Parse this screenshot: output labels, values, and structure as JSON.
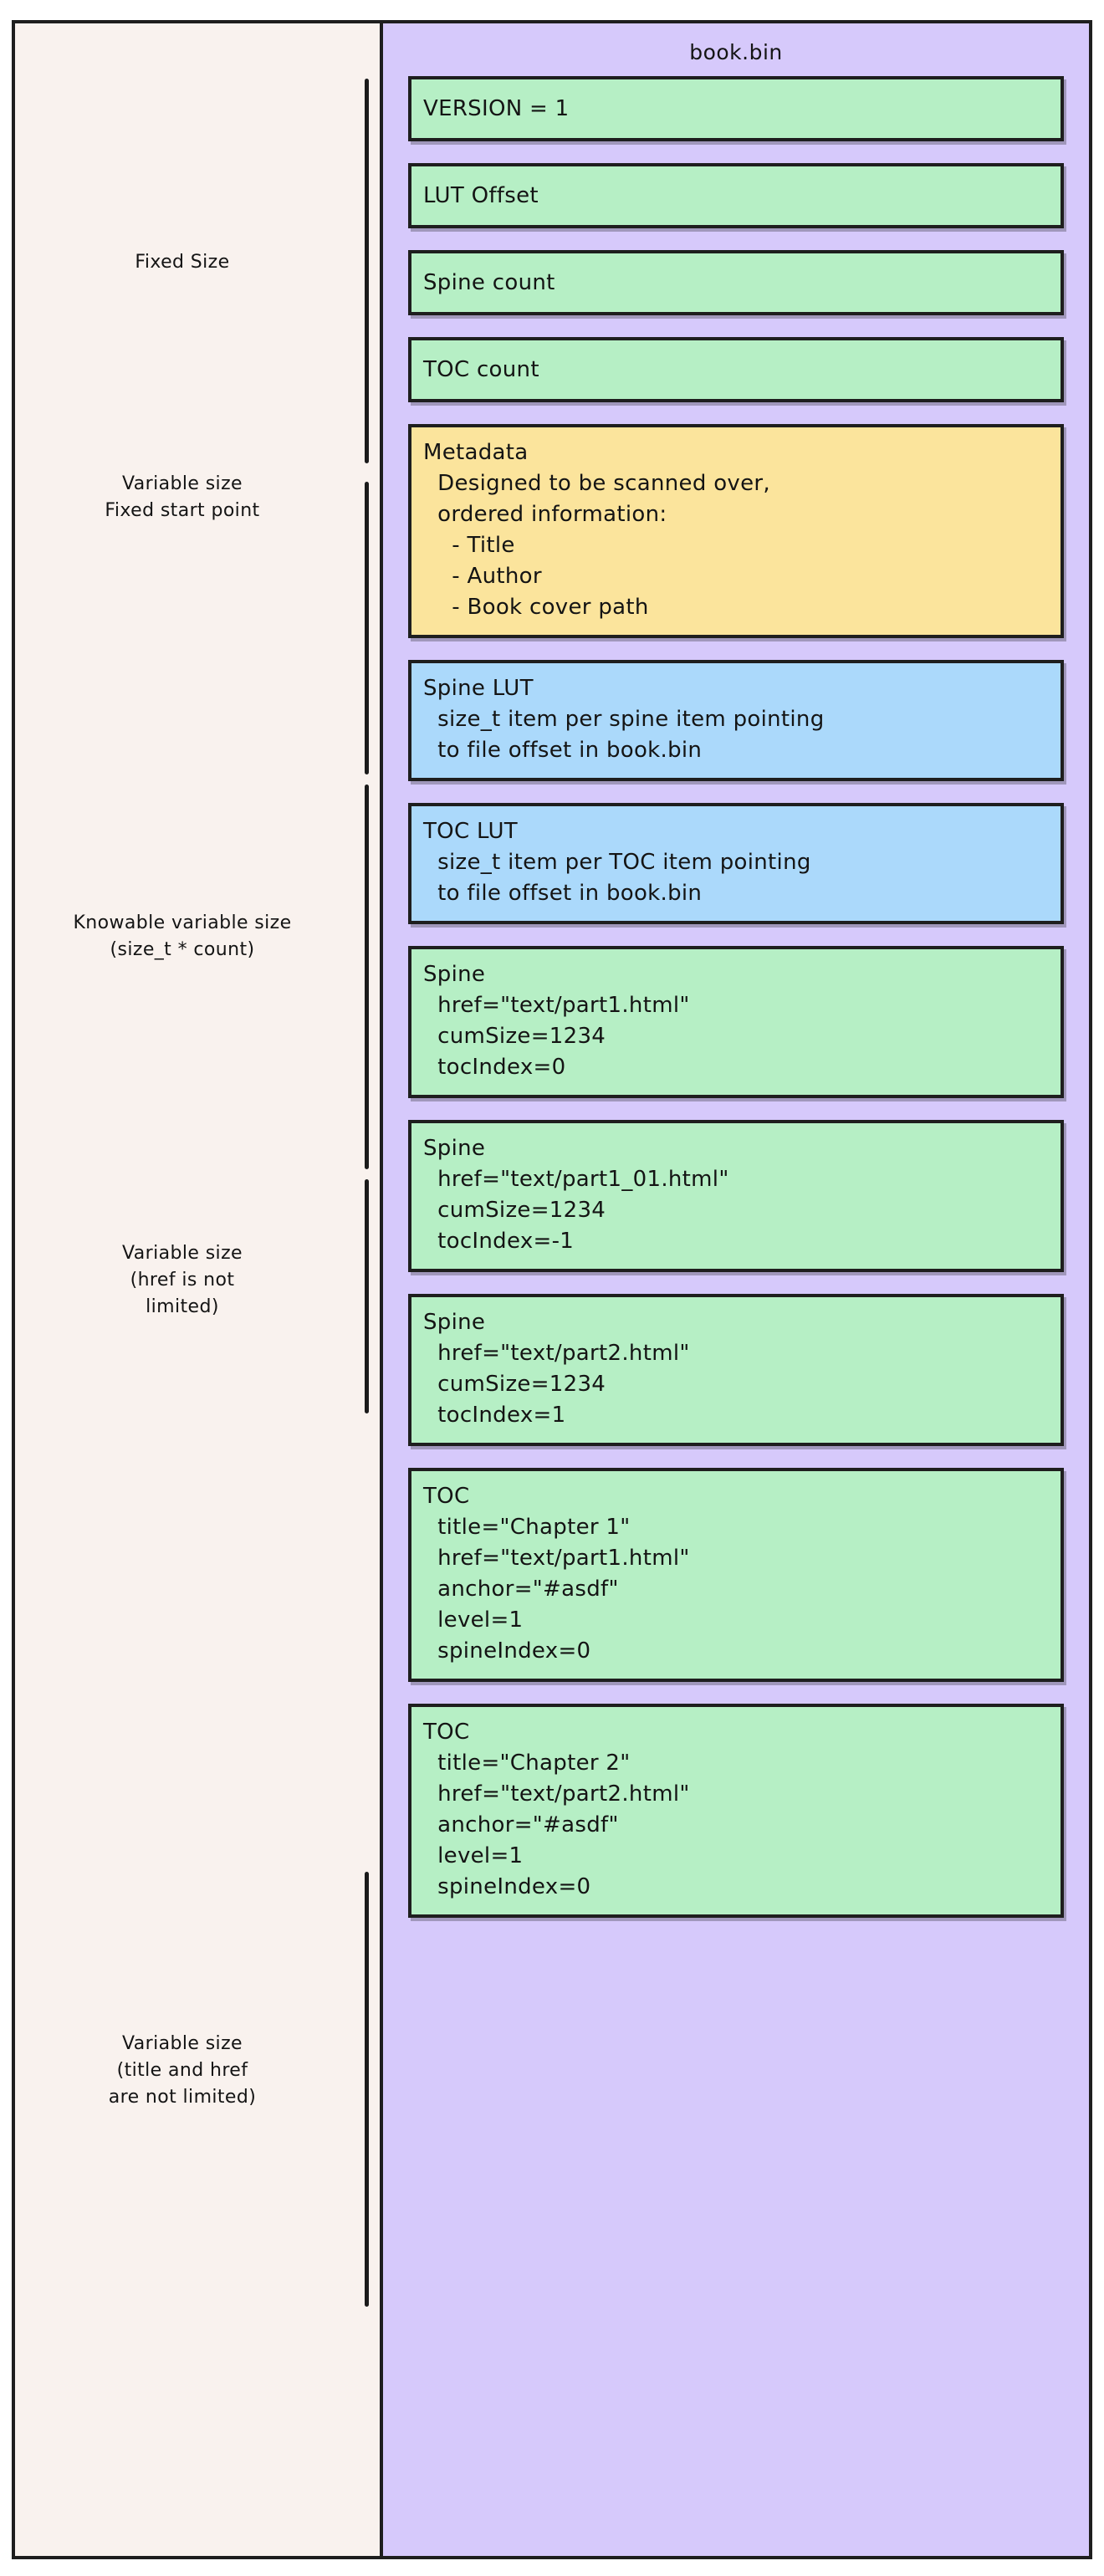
{
  "diagram": {
    "title": "book.bin",
    "notes": [
      {
        "lines": [
          "Fixed Size"
        ]
      },
      {
        "lines": [
          "Variable size",
          "Fixed start point"
        ]
      },
      {
        "lines": [
          "Knowable variable size",
          "(size_t * count)"
        ]
      },
      {
        "lines": [
          "Variable size",
          "(href is not",
          "limited)"
        ]
      },
      {
        "lines": [
          "Variable size",
          "(title and href",
          "are not limited)"
        ]
      }
    ],
    "blocks": [
      {
        "color": "green",
        "lines": [
          "VERSION = 1"
        ]
      },
      {
        "color": "green",
        "lines": [
          "LUT Offset"
        ]
      },
      {
        "color": "green",
        "lines": [
          "Spine count"
        ]
      },
      {
        "color": "green",
        "lines": [
          "TOC count"
        ]
      },
      {
        "color": "yellow",
        "lines": [
          "Metadata",
          "  Designed to be scanned over,",
          "  ordered information:",
          "    - Title",
          "    - Author",
          "    - Book cover path"
        ]
      },
      {
        "color": "blue",
        "lines": [
          "Spine LUT",
          "  size_t item per spine item pointing",
          "  to file offset in book.bin"
        ]
      },
      {
        "color": "blue",
        "lines": [
          "TOC LUT",
          "  size_t item per TOC item pointing",
          "  to file offset in book.bin"
        ]
      },
      {
        "color": "green",
        "lines": [
          "Spine",
          "  href=\"text/part1.html\"",
          "  cumSize=1234",
          "  tocIndex=0"
        ]
      },
      {
        "color": "green",
        "lines": [
          "Spine",
          "  href=\"text/part1_01.html\"",
          "  cumSize=1234",
          "  tocIndex=-1"
        ]
      },
      {
        "color": "green",
        "lines": [
          "Spine",
          "  href=\"text/part2.html\"",
          "  cumSize=1234",
          "  tocIndex=1"
        ]
      },
      {
        "color": "green",
        "lines": [
          "TOC",
          "  title=\"Chapter 1\"",
          "  href=\"text/part1.html\"",
          "  anchor=\"#asdf\"",
          "  level=1",
          "  spineIndex=0"
        ]
      },
      {
        "color": "green",
        "lines": [
          "TOC",
          "  title=\"Chapter 2\"",
          "  href=\"text/part2.html\"",
          "  anchor=\"#asdf\"",
          "  level=1",
          "  spineIndex=0"
        ]
      }
    ],
    "colors": {
      "page_background": "#ffffff",
      "notes_background": "#f9f2ee",
      "container_background": "#d6c9fb",
      "green": "#b6efc5",
      "yellow": "#fbe49c",
      "blue": "#abd9fb",
      "stroke": "#1e1e1e",
      "text": "#141414"
    }
  }
}
